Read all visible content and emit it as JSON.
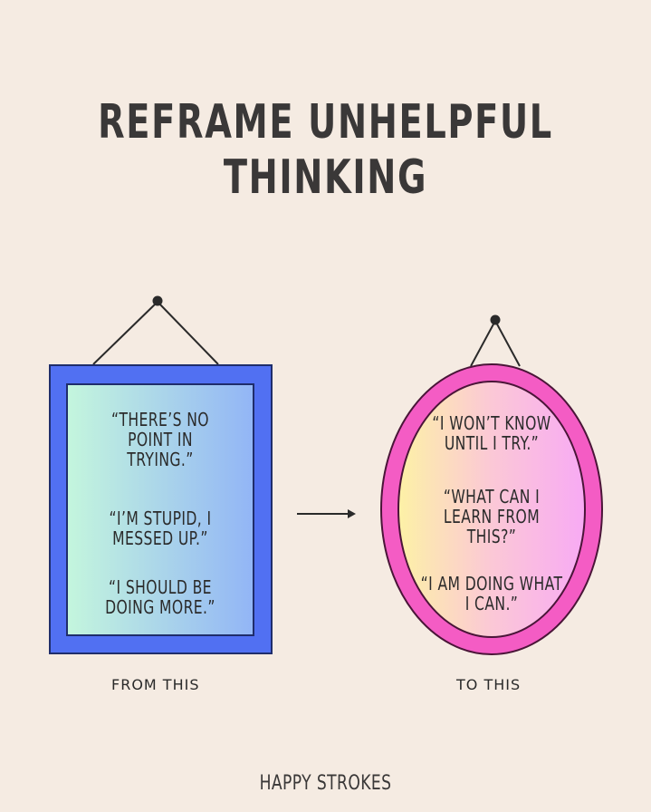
{
  "title": {
    "line1": "REFRAME UNHELPFUL",
    "line2": "THINKING"
  },
  "left_frame": {
    "shape": "rectangle",
    "frame_color": "#4f6ef2",
    "inner_gradient": [
      "#c2f5dd",
      "#93b6f5"
    ],
    "quotes": [
      "“THERE’S NO\nPOINT IN\nTRYING.”",
      "“I’M STUPID, I\nMESSED UP.”",
      "“I SHOULD BE\nDOING MORE.”"
    ],
    "caption": "FROM THIS"
  },
  "arrow": {
    "icon": "arrow-right-icon"
  },
  "right_frame": {
    "shape": "oval",
    "frame_color": "#f45cc4",
    "inner_gradient": [
      "#fdf0a8",
      "#f9b0f2"
    ],
    "quotes": [
      "“I WON’T KNOW\nUNTIL I TRY.”",
      "“WHAT CAN I\nLEARN FROM\nTHIS?”",
      "“I AM DOING WHAT\nI CAN.”"
    ],
    "caption": "TO THIS"
  },
  "brand": "HAPPY STROKES"
}
